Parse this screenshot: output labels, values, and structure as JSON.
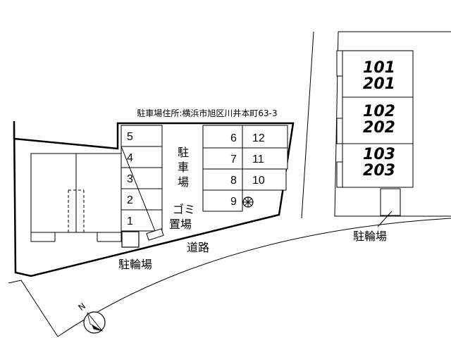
{
  "address": "駐車場住所:横浜市旭区川井本町63-3",
  "parking_label": [
    "駐",
    "車",
    "場"
  ],
  "left_spaces": [
    "5",
    "4",
    "3",
    "2",
    "1"
  ],
  "mid_spaces": [
    "6",
    "7",
    "8",
    "9"
  ],
  "right_spaces": [
    "12",
    "11",
    "10"
  ],
  "garbage_label": [
    "ゴミ",
    "置場"
  ],
  "bicycle_label_left": "駐輪場",
  "bicycle_label_right": "駐輪場",
  "road_label": "道路",
  "compass_label": "N",
  "units": [
    {
      "top": "101",
      "bottom": "201"
    },
    {
      "top": "102",
      "bottom": "202"
    },
    {
      "top": "103",
      "bottom": "203"
    }
  ]
}
